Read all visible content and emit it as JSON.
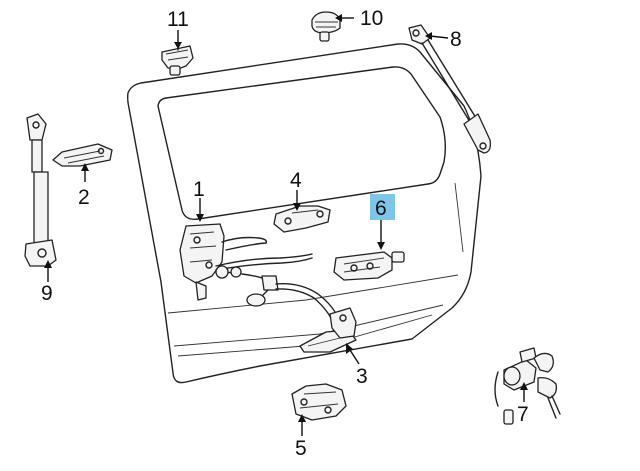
{
  "colors": {
    "highlight": "#7EC6E8",
    "line": "#222222",
    "part_fill": "#f4f4f4"
  },
  "callouts": [
    {
      "id": "1",
      "label": "1"
    },
    {
      "id": "2",
      "label": "2"
    },
    {
      "id": "3",
      "label": "3"
    },
    {
      "id": "4",
      "label": "4"
    },
    {
      "id": "5",
      "label": "5"
    },
    {
      "id": "6",
      "label": "6",
      "highlighted": true
    },
    {
      "id": "7",
      "label": "7"
    },
    {
      "id": "8",
      "label": "8"
    },
    {
      "id": "9",
      "label": "9"
    },
    {
      "id": "10",
      "label": "10"
    },
    {
      "id": "11",
      "label": "11"
    }
  ]
}
